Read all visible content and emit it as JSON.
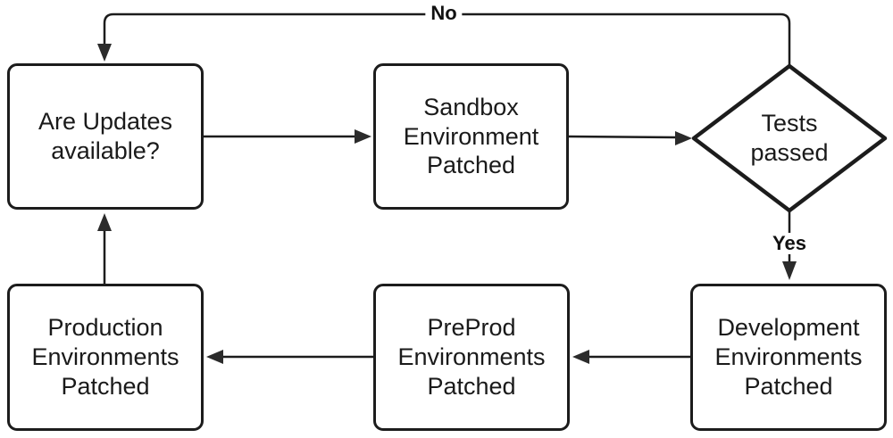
{
  "colors": {
    "stroke": "#1c1c1c",
    "arrowhead": "#2b2b2b",
    "node_fill": "#ffffff",
    "text": "#1a1a1a",
    "background": "#ffffff"
  },
  "diagram": {
    "type": "flowchart",
    "nodes": [
      {
        "id": "are-updates-available",
        "type": "process",
        "label": "Are Updates\navailable?"
      },
      {
        "id": "sandbox-environment-patched",
        "type": "process",
        "label": "Sandbox\nEnvironment\nPatched"
      },
      {
        "id": "tests-passed",
        "type": "decision",
        "label": "Tests\npassed"
      },
      {
        "id": "development-environments-patched",
        "type": "process",
        "label": "Development\nEnvironments\nPatched"
      },
      {
        "id": "preprod-environments-patched",
        "type": "process",
        "label": "PreProd\nEnvironments\nPatched"
      },
      {
        "id": "production-environments-patched",
        "type": "process",
        "label": "Production\nEnvironments\nPatched"
      }
    ],
    "edges": [
      {
        "from": "are-updates-available",
        "to": "sandbox-environment-patched",
        "label": ""
      },
      {
        "from": "sandbox-environment-patched",
        "to": "tests-passed",
        "label": ""
      },
      {
        "from": "tests-passed",
        "to": "are-updates-available",
        "label": "No"
      },
      {
        "from": "tests-passed",
        "to": "development-environments-patched",
        "label": "Yes"
      },
      {
        "from": "development-environments-patched",
        "to": "preprod-environments-patched",
        "label": ""
      },
      {
        "from": "preprod-environments-patched",
        "to": "production-environments-patched",
        "label": ""
      },
      {
        "from": "production-environments-patched",
        "to": "are-updates-available",
        "label": ""
      }
    ]
  }
}
